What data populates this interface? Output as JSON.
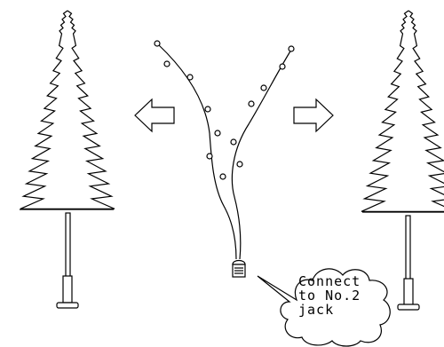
{
  "callout": {
    "line1": "Connect",
    "line2": "to No.2",
    "line3": "jack"
  },
  "colors": {
    "ink": "#000000",
    "background": "#ffffff"
  },
  "icons": {
    "left_arrow": "arrow-left-icon",
    "right_arrow": "arrow-right-icon",
    "plug": "plug-icon",
    "tree": "christmas-tree-icon"
  }
}
